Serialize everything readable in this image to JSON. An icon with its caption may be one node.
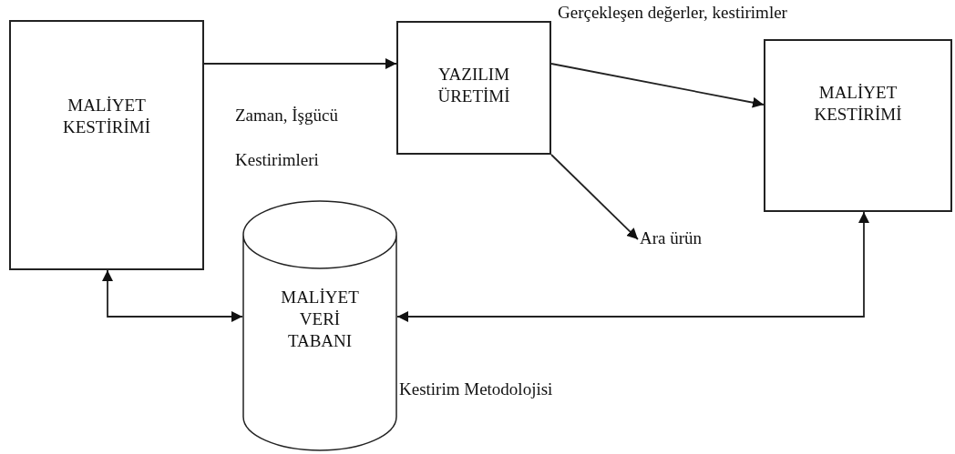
{
  "diagram": {
    "nodes": [
      {
        "text": [
          "MALİYET KESTİRİMİ"
        ]
      },
      {
        "text": [
          "YAZILIM ÜRETİMİ"
        ]
      },
      {
        "text": [
          "MALİYET KESTİRİMİ"
        ]
      },
      {
        "text": [
          "MALİYET VERİ TABANI"
        ],
        "beside": [
          "Kestirim Metodolojisi"
        ]
      },
      {
        "text": [
          "Ara ürün"
        ]
      }
    ],
    "edges": [
      {
        "from": 0,
        "to": 1,
        "arrow": "to",
        "label": "Zaman, İşgücü Kestirimleri"
      },
      {
        "from": 1,
        "to": 2,
        "arrow": "to",
        "label": "Gerçekleşen değerler, kestirimler"
      },
      {
        "from": 1,
        "to": 4,
        "arrow": "to"
      },
      {
        "from": 3,
        "to": 0,
        "arrow": "both"
      },
      {
        "from": 3,
        "to": 2,
        "arrow": "both"
      }
    ]
  }
}
